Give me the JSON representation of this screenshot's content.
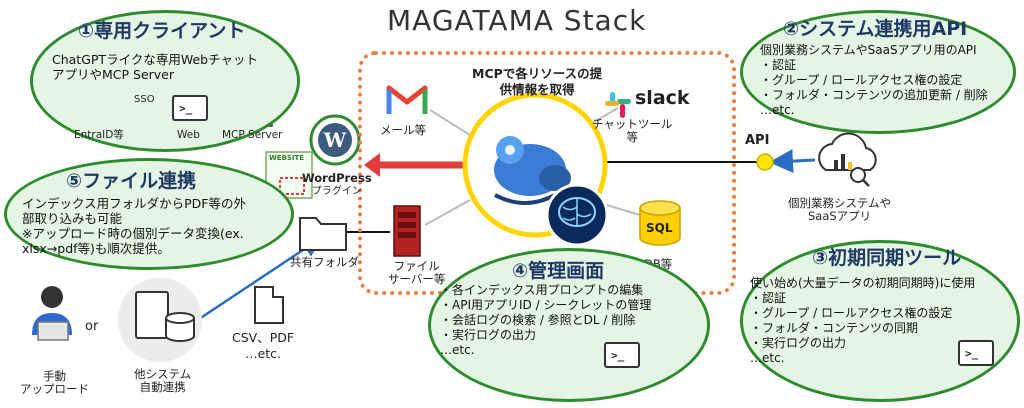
{
  "title": "MAGATAMA Stack",
  "center_caption": [
    "MCPで各リソースの提",
    "供情報を取得"
  ],
  "connectors": {
    "gmail": "メール等",
    "slack_logo": "slack",
    "slack": [
      "チャットツール",
      "等"
    ],
    "wordpress": [
      "WordPress",
      "プラグイン"
    ],
    "wordpress_thumb": "WEBSITE",
    "fileserver": [
      "ファイル",
      "サーバー等"
    ],
    "db_icon_text": "SQL",
    "db": "DB等",
    "shared_folder": "共有フォルダ"
  },
  "client": {
    "heading": "①専用クライアント",
    "lines": [
      "ChatGPTライクな専用Webチャット",
      "アプリやMCP Server"
    ],
    "sso": "SSO",
    "entra": "EntraID等",
    "web": "Web",
    "mcp_server": "MCP Server",
    "term_glyph": ">_"
  },
  "system_api": {
    "heading": "②システム連携用API",
    "lines": [
      "個別業務システムやSaaSアプリ用のAPI",
      "・認証",
      "・グループ / ロールアクセス権の設定",
      "・フォルダ・コンテンツの追加更新 / 削除",
      "…etc."
    ]
  },
  "api_label": "API",
  "business_system": [
    "個別業務システムや",
    "SaaSアプリ"
  ],
  "initial_sync": {
    "heading": "③初期同期ツール",
    "lines": [
      "使い始め(大量データの初期同期時)に使用",
      "・認証",
      "・グループ / ロールアクセス権の設定",
      "・フォルダ・コンテンツの同期",
      "・実行ログの出力",
      "…etc."
    ],
    "term_glyph": ">_"
  },
  "admin": {
    "heading": "④管理画面",
    "lines": [
      "・各インデックス用プロンプトの編集",
      "・API用アプリID / シークレットの管理",
      "・会話ログの検索 / 参照とDL / 削除",
      "・実行ログの出力",
      "…etc."
    ],
    "term_glyph": ">_"
  },
  "file_link": {
    "heading": "⑤ファイル連携",
    "lines": [
      "インデックス用フォルダからPDF等の外",
      "部取り込みも可能",
      "※アップロード時の個別データ変換(ex.",
      "xlsx→pdf等)も順次提供。"
    ]
  },
  "manual": {
    "or": "or",
    "upload": [
      "手動",
      "アップロード"
    ],
    "auto": [
      "他システム",
      "自動連携"
    ],
    "files": [
      "CSV、PDF",
      "…etc."
    ]
  },
  "colors": {
    "ellipse_border": "#2e8b2e",
    "ellipse_fill": "#e5f5e5",
    "heading": "#1f3864",
    "stack_border": "#f07b3f",
    "center_ring": "#ffd400",
    "api_arrow": "#2b6cc4",
    "red_arrow": "#e23b3b"
  }
}
